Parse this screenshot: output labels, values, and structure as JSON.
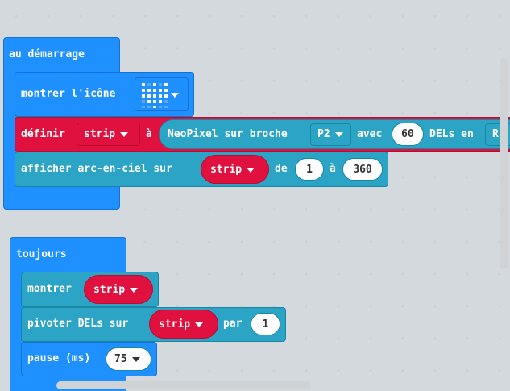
{
  "colors": {
    "workspace_bg": "#eceff1",
    "event_blue": "#1e90ff",
    "basic_blue": "#1e90ff",
    "neopixel_teal": "#2ba4c5",
    "variable_red": "#e0103f"
  },
  "on_start": {
    "label": "au démarrage",
    "show_icon": {
      "label": "montrer l'icône",
      "icon": "heart-icon"
    },
    "set_var": {
      "label_set": "définir",
      "var": "strip",
      "to": "à",
      "create_label": "NeoPixel sur broche",
      "pin": "P2",
      "with": "avec",
      "count": "60",
      "leds_in": "DELs en",
      "mode_partial": "R"
    },
    "rainbow": {
      "label": "afficher arc-en-ciel sur",
      "var": "strip",
      "from": "de",
      "start": "1",
      "to": "à",
      "end": "360"
    }
  },
  "forever": {
    "label": "toujours",
    "show": {
      "label": "montrer",
      "var": "strip"
    },
    "rotate": {
      "label": "pivoter DELs sur",
      "var": "strip",
      "by": "par",
      "amount": "1"
    },
    "pause": {
      "label": "pause (ms)",
      "value": "75"
    }
  }
}
